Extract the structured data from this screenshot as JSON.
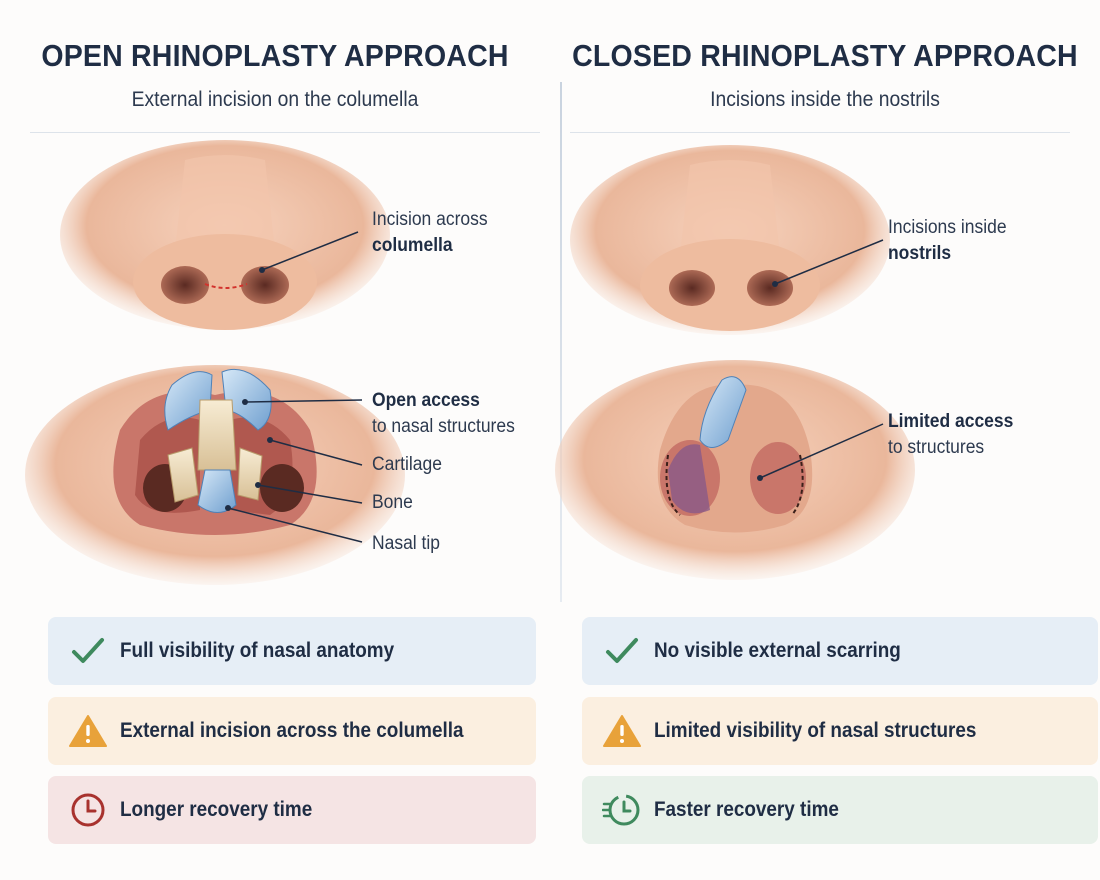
{
  "open": {
    "title": "OPEN RHINOPLASTY APPROACH",
    "subtitle": "External incision on the columella",
    "labels": {
      "incision_line1": "Incision across",
      "incision_line2": "columella",
      "access_line1": "Open access",
      "access_line2": "to nasal structures",
      "cartilage": "Cartilage",
      "bone": "Bone",
      "tip": "Nasal tip"
    },
    "points": [
      {
        "icon": "checkmark-icon",
        "text": "Full visibility of nasal anatomy",
        "color": "#3f8a5e",
        "bg": "#e6eef6"
      },
      {
        "icon": "warning-icon",
        "text": "External incision across the columella",
        "color": "#e8a23a",
        "bg": "#fbefe0"
      },
      {
        "icon": "clock-icon",
        "text": "Longer recovery time",
        "color": "#a8322e",
        "bg": "#f5e4e4"
      }
    ]
  },
  "closed": {
    "title": "CLOSED RHINOPLASTY APPROACH",
    "subtitle": "Incisions inside the nostrils",
    "labels": {
      "incision_line1": "Incisions inside",
      "incision_line2": "nostrils",
      "access_line1": "Limited access",
      "access_line2": "to structures"
    },
    "points": [
      {
        "icon": "checkmark-icon",
        "text": "No visible external scarring",
        "color": "#3f8a5e",
        "bg": "#e6eef6"
      },
      {
        "icon": "warning-icon",
        "text": "Limited visibility of nasal structures",
        "color": "#e8a23a",
        "bg": "#fbefe0"
      },
      {
        "icon": "fast-clock-icon",
        "text": "Faster recovery time",
        "color": "#3f8a5e",
        "bg": "#e8f1ea"
      }
    ]
  }
}
